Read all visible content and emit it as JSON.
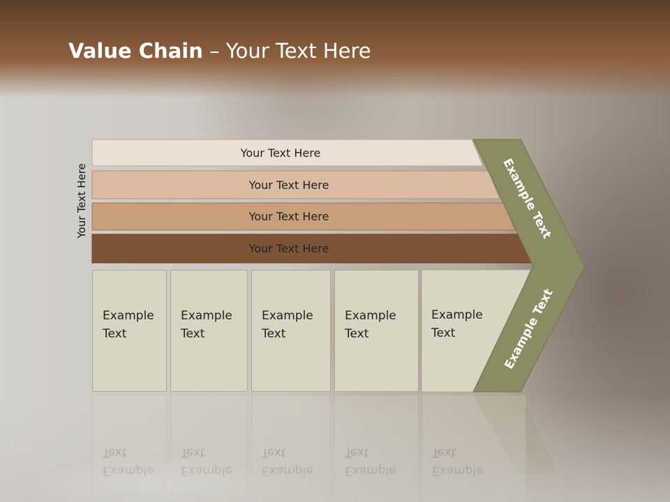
{
  "slide": {
    "title_bold": "Value Chain",
    "title_rest": " – Your Text Here",
    "side_label": "Your Text Here"
  },
  "bands": [
    {
      "label": "Your Text Here",
      "color": "#ecdfd3"
    },
    {
      "label": "Your Text Here",
      "color": "#dbbba2"
    },
    {
      "label": "Your Text Here",
      "color": "#c99e7a"
    },
    {
      "label": "Your Text Here",
      "color": "#7e5437"
    }
  ],
  "cells": [
    {
      "line1": "Example",
      "line2": "Text"
    },
    {
      "line1": "Example",
      "line2": "Text"
    },
    {
      "line1": "Example",
      "line2": "Text"
    },
    {
      "line1": "Example",
      "line2": "Text"
    },
    {
      "line1": "Example",
      "line2": "Text"
    }
  ],
  "chevron": {
    "upper_label": "Example Text",
    "lower_label": "Example Text",
    "color": "#8b8c62"
  }
}
